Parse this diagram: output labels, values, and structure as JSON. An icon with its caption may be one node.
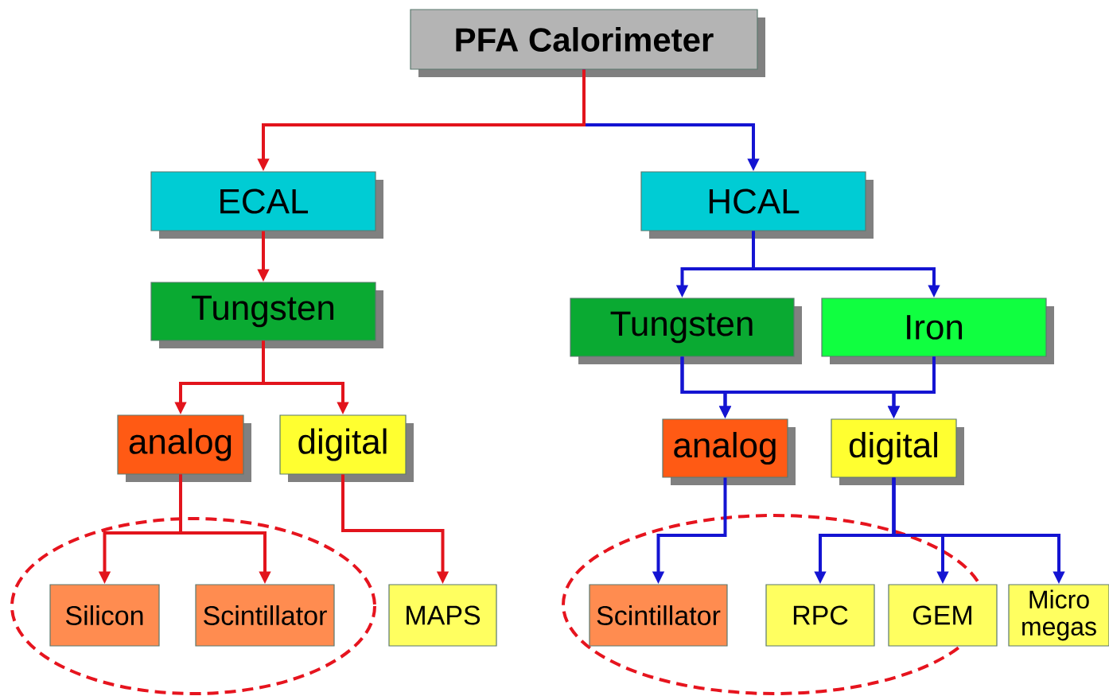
{
  "diagram": {
    "nodes": [
      {
        "text": [
          "PFA Calorimeter"
        ]
      },
      {
        "text": [
          "ECAL"
        ]
      },
      {
        "text": [
          "HCAL"
        ]
      },
      {
        "text": [
          "Tungsten"
        ]
      },
      {
        "text": [
          "Tungsten"
        ]
      },
      {
        "text": [
          "Iron"
        ]
      },
      {
        "text": [
          "analog"
        ]
      },
      {
        "text": [
          "digital"
        ]
      },
      {
        "text": [
          "analog"
        ]
      },
      {
        "text": [
          "digital"
        ]
      },
      {
        "text": [
          "Silicon"
        ]
      },
      {
        "text": [
          "Scintillator"
        ]
      },
      {
        "text": [
          "MAPS"
        ]
      },
      {
        "text": [
          "Scintillator"
        ]
      },
      {
        "text": [
          "RPC"
        ]
      },
      {
        "text": [
          "GEM"
        ]
      },
      {
        "text": [
          "Micro megas"
        ]
      }
    ],
    "edges": [
      {
        "from": 0,
        "to": 1,
        "arrow": "to",
        "color": "#e2141c"
      },
      {
        "from": 0,
        "to": 2,
        "arrow": "to"
      },
      {
        "from": 1,
        "to": 3,
        "arrow": "to",
        "color": "#e2141c"
      },
      {
        "from": 2,
        "to": 4,
        "arrow": "to"
      },
      {
        "from": 2,
        "to": 5,
        "arrow": "to"
      },
      {
        "from": 3,
        "to": 6,
        "arrow": "to",
        "color": "#e2141c"
      },
      {
        "from": 3,
        "to": 7,
        "arrow": "to",
        "color": "#e2141c"
      },
      {
        "from": 4,
        "to": 8,
        "arrow": "to"
      },
      {
        "from": 4,
        "to": 9,
        "arrow": "to"
      },
      {
        "from": 5,
        "to": 8,
        "arrow": "to"
      },
      {
        "from": 5,
        "to": 9,
        "arrow": "to"
      },
      {
        "from": 6,
        "to": 10,
        "arrow": "to",
        "color": "#e2141c"
      },
      {
        "from": 6,
        "to": 11,
        "arrow": "to",
        "color": "#e2141c"
      },
      {
        "from": 7,
        "to": 12,
        "arrow": "to",
        "color": "#e2141c"
      },
      {
        "from": 8,
        "to": 13,
        "arrow": "to"
      },
      {
        "from": 9,
        "to": 14,
        "arrow": "to"
      },
      {
        "from": 9,
        "to": 15,
        "arrow": "to"
      },
      {
        "from": 9,
        "to": 16,
        "arrow": "to"
      }
    ]
  }
}
